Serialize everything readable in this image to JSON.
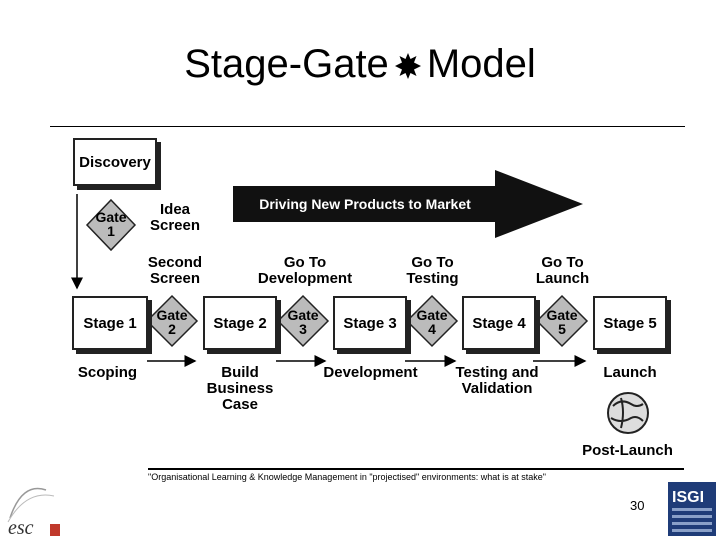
{
  "slide": {
    "title_left": "Stage-Gate",
    "title_right": "Model",
    "page_number": "30",
    "footer_note": "\"Organisational Learning & Knowledge Management in \"projectised\" environments: what is at stake\""
  },
  "diagram": {
    "discovery": "Discovery",
    "banner": "Driving New Products to Market",
    "gates": [
      {
        "line1": "Gate",
        "line2": "1"
      },
      {
        "line1": "Gate",
        "line2": "2"
      },
      {
        "line1": "Gate",
        "line2": "3"
      },
      {
        "line1": "Gate",
        "line2": "4"
      },
      {
        "line1": "Gate",
        "line2": "5"
      }
    ],
    "stages": [
      "Stage 1",
      "Stage 2",
      "Stage 3",
      "Stage 4",
      "Stage 5"
    ],
    "gate_labels": [
      {
        "line1": "Idea",
        "line2": "Screen"
      },
      {
        "line1": "Second",
        "line2": "Screen"
      },
      {
        "line1": "Go To",
        "line2": "Development"
      },
      {
        "line1": "Go To",
        "line2": "Testing"
      },
      {
        "line1": "Go To",
        "line2": "Launch"
      }
    ],
    "stage_labels": [
      {
        "line1": "Scoping"
      },
      {
        "line1": "Build",
        "line2": "Business",
        "line3": "Case"
      },
      {
        "line1": "Development"
      },
      {
        "line1": "Testing and",
        "line2": "Validation"
      },
      {
        "line1": "Launch"
      }
    ],
    "post_launch": "Post-Launch"
  },
  "logos": {
    "left_text": "esc",
    "right_text": "ISGI"
  }
}
